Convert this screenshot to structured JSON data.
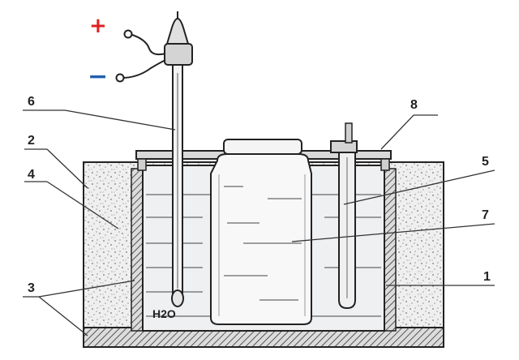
{
  "signs": {
    "plus": "+",
    "minus": "−"
  },
  "water_label": "H2O",
  "labels": [
    {
      "id": "label-1",
      "text": "1"
    },
    {
      "id": "label-2",
      "text": "2"
    },
    {
      "id": "label-3",
      "text": "3"
    },
    {
      "id": "label-4",
      "text": "4"
    },
    {
      "id": "label-5",
      "text": "5"
    },
    {
      "id": "label-6",
      "text": "6"
    },
    {
      "id": "label-7",
      "text": "7"
    },
    {
      "id": "label-8",
      "text": "8"
    }
  ],
  "colors": {
    "plus": "#e02020",
    "minus": "#1f5fb0",
    "ink": "#222222",
    "water": "#eef0f2"
  }
}
